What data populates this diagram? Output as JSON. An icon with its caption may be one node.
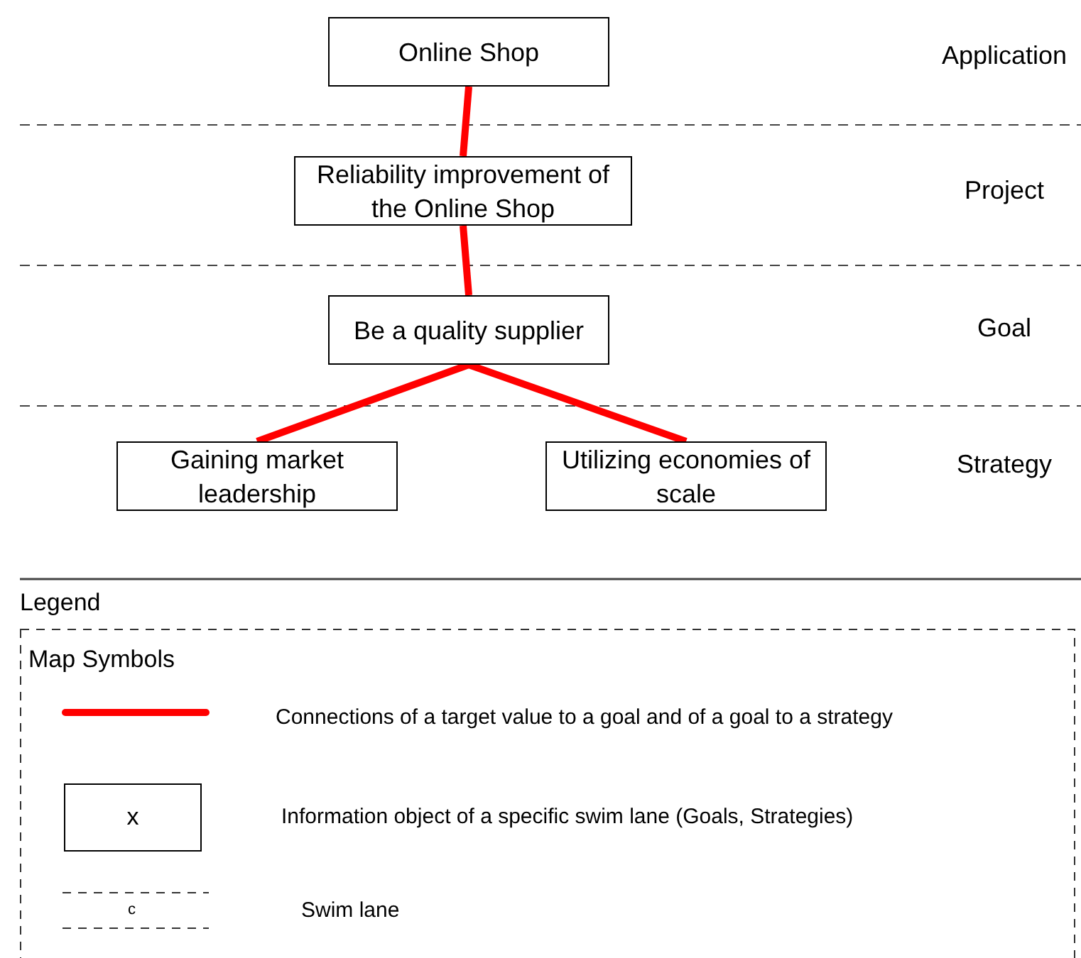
{
  "diagram": {
    "nodes": [
      {
        "text": [
          "Online Shop"
        ]
      },
      {
        "text": [
          "Reliability improvement of the Online Shop"
        ]
      },
      {
        "text": [
          "Be a quality supplier"
        ]
      },
      {
        "text": [
          "Gaining market leadership"
        ]
      },
      {
        "text": [
          "Utilizing economies of scale"
        ]
      }
    ],
    "edges": [
      {
        "from": 0,
        "to": 1,
        "arrow": "none"
      },
      {
        "from": 1,
        "to": 2,
        "arrow": "none"
      },
      {
        "from": 2,
        "to": 3,
        "arrow": "none"
      },
      {
        "from": 2,
        "to": 4,
        "arrow": "none"
      }
    ],
    "labels": [
      "Application",
      "Project",
      "Goal",
      "Strategy",
      "Legend",
      "Map Symbols",
      "x",
      "c"
    ],
    "legend": [
      {
        "text": "Connections of a target value to a goal and of a goal to a strategy"
      },
      {
        "text": "Information object of a specific swim lane (Goals, Strategies)"
      },
      {
        "text": "Swim lane"
      }
    ]
  }
}
